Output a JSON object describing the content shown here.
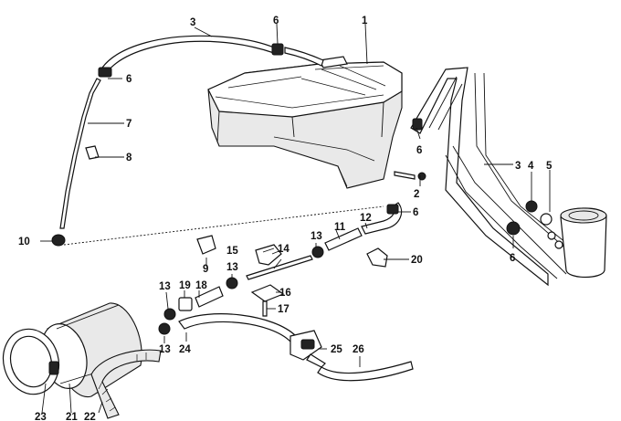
{
  "callouts": [
    {
      "id": "c1",
      "text": "1"
    },
    {
      "id": "c2",
      "text": "2"
    },
    {
      "id": "c3a",
      "text": "3"
    },
    {
      "id": "c3b",
      "text": "3"
    },
    {
      "id": "c4",
      "text": "4"
    },
    {
      "id": "c5",
      "text": "5"
    },
    {
      "id": "c6a",
      "text": "6"
    },
    {
      "id": "c6b",
      "text": "6"
    },
    {
      "id": "c6c",
      "text": "6"
    },
    {
      "id": "c6d",
      "text": "6"
    },
    {
      "id": "c6e",
      "text": "6"
    },
    {
      "id": "c7",
      "text": "7"
    },
    {
      "id": "c8",
      "text": "8"
    },
    {
      "id": "c9",
      "text": "9"
    },
    {
      "id": "c10",
      "text": "10"
    },
    {
      "id": "c11",
      "text": "11"
    },
    {
      "id": "c12",
      "text": "12"
    },
    {
      "id": "c13a",
      "text": "13"
    },
    {
      "id": "c13b",
      "text": "13"
    },
    {
      "id": "c13c",
      "text": "13"
    },
    {
      "id": "c13d",
      "text": "13"
    },
    {
      "id": "c14",
      "text": "14"
    },
    {
      "id": "c15",
      "text": "15"
    },
    {
      "id": "c16",
      "text": "16"
    },
    {
      "id": "c17",
      "text": "17"
    },
    {
      "id": "c18",
      "text": "18"
    },
    {
      "id": "c19",
      "text": "19"
    },
    {
      "id": "c20",
      "text": "20"
    },
    {
      "id": "c21",
      "text": "21"
    },
    {
      "id": "c22",
      "text": "22"
    },
    {
      "id": "c23",
      "text": "23"
    },
    {
      "id": "c24",
      "text": "24"
    },
    {
      "id": "c25",
      "text": "25"
    },
    {
      "id": "c26",
      "text": "26"
    }
  ]
}
